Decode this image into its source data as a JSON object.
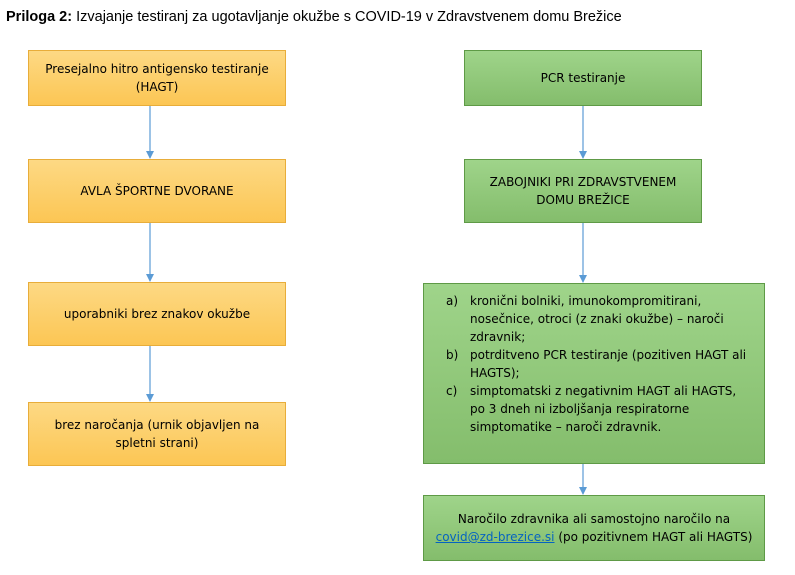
{
  "title": {
    "bold": "Priloga 2:",
    "text": " Izvajanje testiranj za ugotavljanje okužbe s COVID-19 v Zdravstvenem domu Brežice"
  },
  "left_column": {
    "box1": {
      "line1": "Presejalno hitro antigensko testiranje",
      "line2": "(HAGT)"
    },
    "box2": "AVLA ŠPORTNE DVORANE",
    "box3": "uporabniki brez znakov okužbe",
    "box4": {
      "line1": "brez naročanja (urnik objavljen na",
      "line2": "spletni strani)"
    }
  },
  "right_column": {
    "box1": "PCR testiranje",
    "box2": {
      "line1": "ZABOJNIKI PRI ZDRAVSTVENEM",
      "line2": "DOMU BREŽICE"
    },
    "list": [
      {
        "label": "a)",
        "text": "kronični bolniki, imunokompromitirani, nosečnice, otroci (z znaki okužbe) – naroči zdravnik;"
      },
      {
        "label": "b)",
        "text": "potrditveno PCR testiranje (pozitiven HAGT ali HAGTS);"
      },
      {
        "label": "c)",
        "text": "simptomatski z negativnim HAGT ali HAGTS, po 3 dneh ni izboljšanja respiratorne simptomatike – naroči zdravnik."
      }
    ],
    "box4": {
      "line1": "Naročilo zdravnika ali samostojno naročilo na",
      "email": "covid@zd-brezice.si",
      "after_email": " (po pozitivnem HAGT ali HAGTS)"
    }
  },
  "colors": {
    "orange_fill": "#fcc654",
    "orange_border": "#e8ad3a",
    "green_fill": "#84bd6c",
    "green_border": "#5e9a46",
    "arrow": "#5b9bd5",
    "link": "#0563c1"
  }
}
